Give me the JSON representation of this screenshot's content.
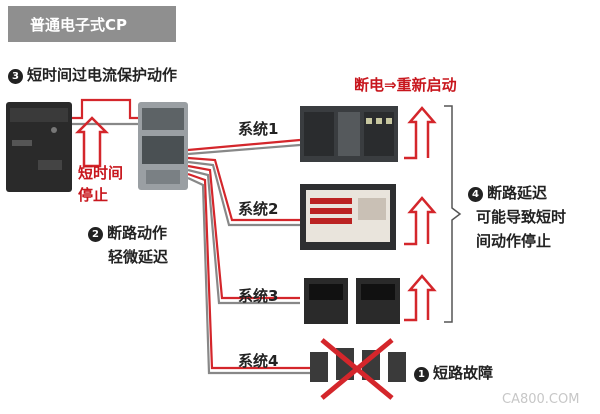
{
  "header": {
    "title": "普通电子式CP"
  },
  "labels": {
    "step3": {
      "num": "3",
      "text": "短时间过电流保护动作"
    },
    "stop": {
      "line1": "短时间",
      "line2": "停止"
    },
    "step2": {
      "num": "2",
      "line1": "断路动作",
      "line2": "轻微延迟"
    },
    "restart": "断电⇒重新启动",
    "systems": [
      "系统1",
      "系统2",
      "系统3",
      "系统4"
    ],
    "step4": {
      "num": "4",
      "line1": "断路延迟",
      "line2": "可能导致短时",
      "line3": "间动作停止"
    },
    "step1": {
      "num": "1",
      "text": "短路故障"
    }
  },
  "watermark": "CA800.COM",
  "colors": {
    "wire_red": "#d4262b",
    "arrow_red": "#d4262b",
    "header_bg": "#8f8f8f",
    "device_dark": "#2a2a2a"
  }
}
